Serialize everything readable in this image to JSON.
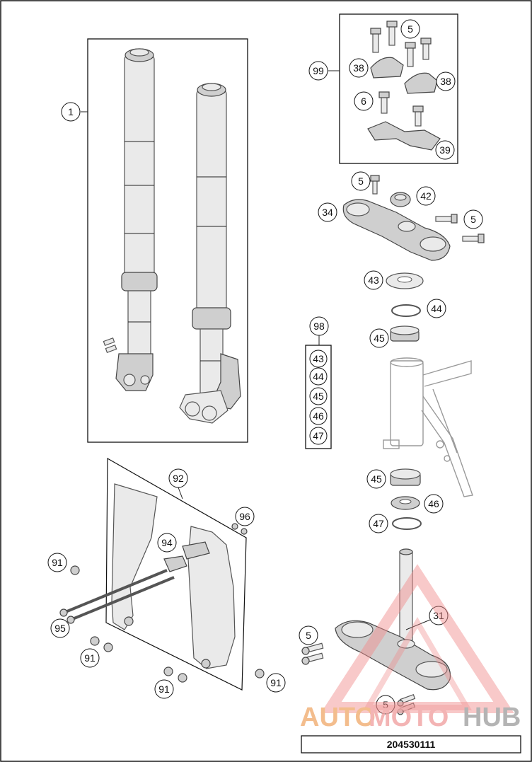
{
  "callouts": {
    "c1": "1",
    "c5a": "5",
    "c99": "99",
    "c38a": "38",
    "c38b": "38",
    "c6": "6",
    "c39": "39",
    "c5b": "5",
    "c42": "42",
    "c34": "34",
    "c5c": "5",
    "c43": "43",
    "c44": "44",
    "c98": "98",
    "c45a": "45",
    "k43": "43",
    "k44": "44",
    "k45": "45",
    "k46": "46",
    "k47": "47",
    "c45b": "45",
    "c46": "46",
    "c47": "47",
    "c92": "92",
    "c96": "96",
    "c94": "94",
    "c91a": "91",
    "c95": "95",
    "c91b": "91",
    "c91c": "91",
    "c91d": "91",
    "c5d": "5",
    "c31": "31",
    "c5e": "5"
  },
  "watermark": {
    "part1": "AUTO",
    "part2": "MOTO",
    "part3": "HUB"
  },
  "document_number": "204530111"
}
